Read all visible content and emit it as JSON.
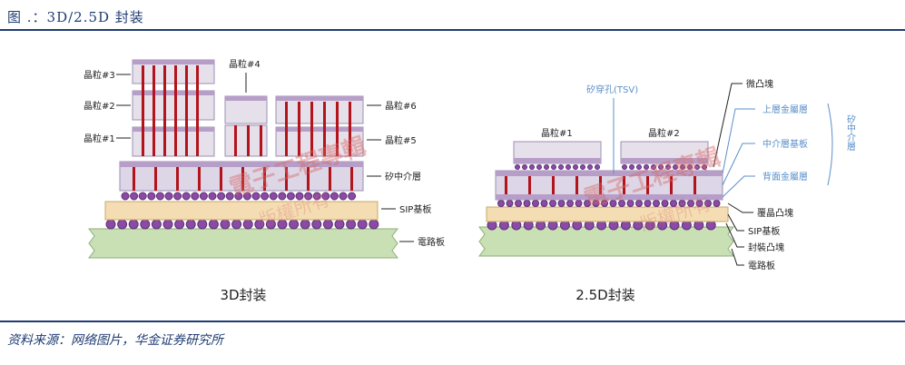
{
  "figure": {
    "title": "图 .：3D/2.5D 封装",
    "source": "资料来源：网络图片，华金证券研究所"
  },
  "diagram_3d": {
    "caption": "3D封装",
    "labels": {
      "die3": "晶粒#3",
      "die4": "晶粒#4",
      "die2": "晶粒#2",
      "die6": "晶粒#6",
      "die1": "晶粒#1",
      "die5": "晶粒#5",
      "interposer": "矽中介層",
      "sip": "SIP基板",
      "pcb": "電路板"
    }
  },
  "diagram_25d": {
    "caption": "2.5D封装",
    "labels": {
      "die1": "晶粒#1",
      "die2": "晶粒#2",
      "tsv": "矽穿孔(TSV)",
      "micro_bump": "微凸塊",
      "upper_metal": "上層金屬層",
      "interposer_substrate": "中介層基板",
      "back_metal": "背面金屬層",
      "silicon_interposer": "矽中介層",
      "flip_chip_bump": "覆晶凸塊",
      "sip": "SIP基板",
      "package_bump": "封裝凸塊",
      "pcb": "電路板"
    }
  },
  "watermark": {
    "line1": "電子工程專輯",
    "line2": "版權所有"
  },
  "colors": {
    "accent": "#1f3c73",
    "die": "#e6e0ea",
    "die_stripe": "#b79ec8",
    "tsv": "#b3131b",
    "interposer": "#dcd6e6",
    "bump": "#8a4aa6",
    "sip": "#f4ddb2",
    "pcb": "#c9dfb4",
    "label_blue": "#5b8fc9",
    "watermark": "#d86a6a"
  }
}
